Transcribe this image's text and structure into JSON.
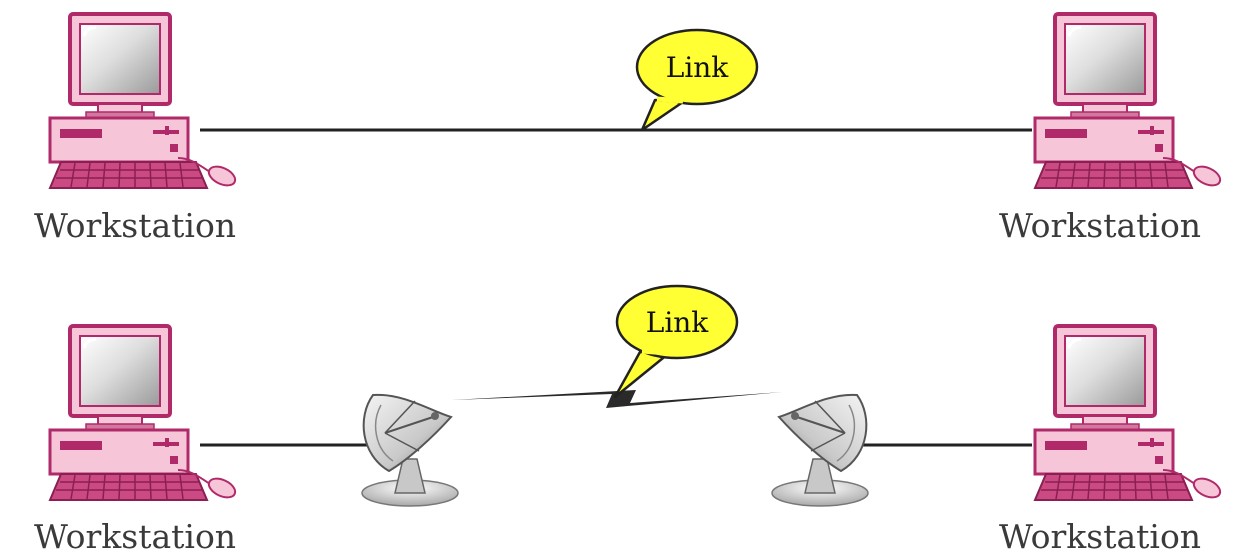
{
  "diagram": {
    "top_row": {
      "left_label": "Workstation",
      "right_label": "Workstation",
      "link_label": "Link"
    },
    "bottom_row": {
      "left_label": "Workstation",
      "right_label": "Workstation",
      "link_label": "Link"
    }
  },
  "colors": {
    "workstation_body": "#f6c5d8",
    "workstation_dark": "#b02a6a",
    "monitor_screen": "#d7d7d7",
    "callout_fill": "#ffff33",
    "line": "#222222"
  }
}
